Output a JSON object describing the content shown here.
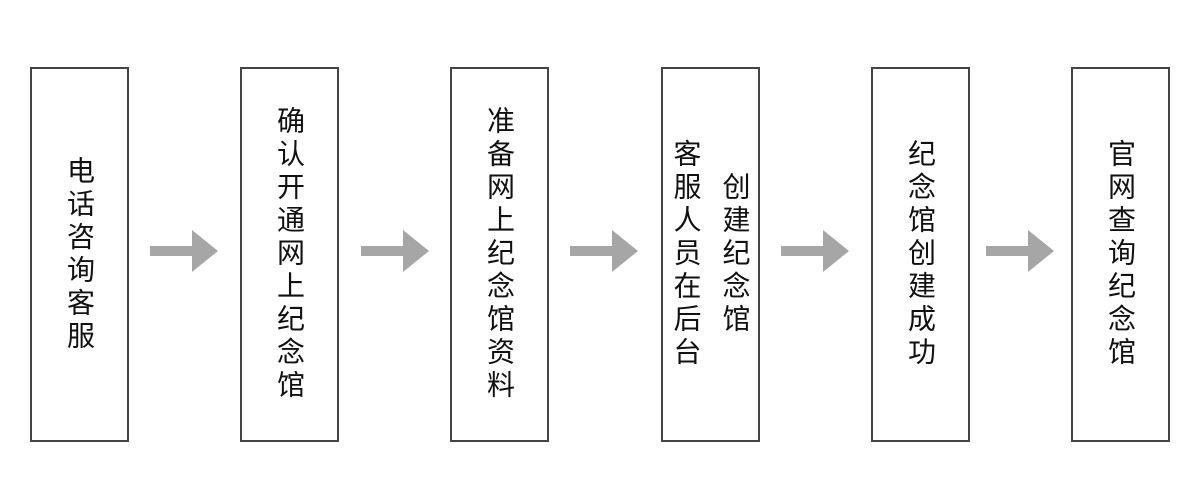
{
  "flowchart": {
    "title": "memorial-hall-creation-process-flowchart",
    "background_color": "#ffffff",
    "box_border_color": "#454545",
    "text_color": "#111111",
    "arrow_color": "#a6a6a6",
    "direction": "left-to-right",
    "steps": [
      {
        "id": 1,
        "label": "电话咨询客服",
        "lines": [
          "电话咨询客服"
        ]
      },
      {
        "id": 2,
        "label": "确认开通网上纪念馆",
        "lines": [
          "确认开通网上纪念馆"
        ]
      },
      {
        "id": 3,
        "label": "准备网上纪念馆资料",
        "lines": [
          "准备网上纪念馆资料"
        ]
      },
      {
        "id": 4,
        "label": "客服人员在后台创建纪念馆",
        "lines": [
          "客服人员在后台",
          "创建纪念馆"
        ]
      },
      {
        "id": 5,
        "label": "纪念馆创建成功",
        "lines": [
          "纪念馆创建成功"
        ]
      },
      {
        "id": 6,
        "label": "官网查询纪念馆",
        "lines": [
          "官网查询纪念馆"
        ]
      }
    ],
    "connector_count": 5
  }
}
